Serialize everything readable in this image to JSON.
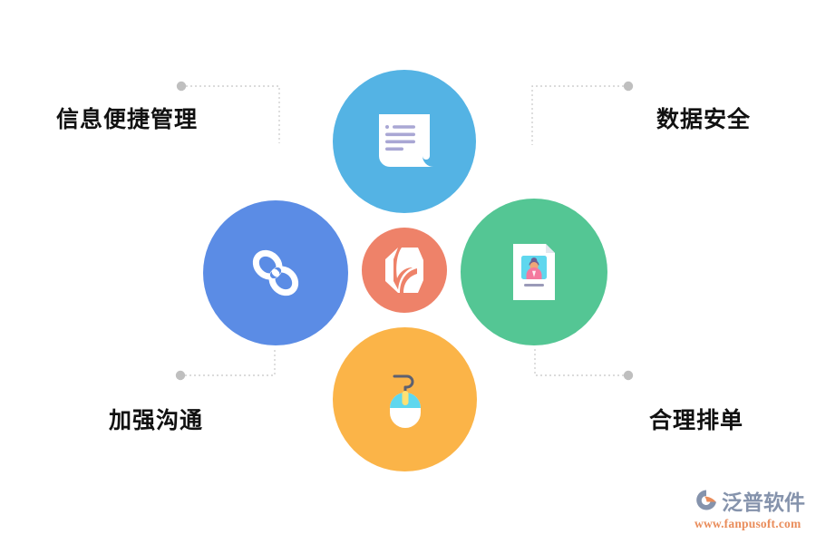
{
  "diagram": {
    "title": "Feature Highlights Diagram",
    "background_color": "#ffffff",
    "connector_color": "#c7c7c7",
    "labels": [
      {
        "id": "info-management",
        "text": "信息便捷管理",
        "position": "top-left"
      },
      {
        "id": "data-security",
        "text": "数据安全",
        "position": "top-right"
      },
      {
        "id": "strengthen-comm",
        "text": "加强沟通",
        "position": "bottom-left"
      },
      {
        "id": "reasonable-order",
        "text": "合理排单",
        "position": "bottom-right"
      }
    ],
    "nodes": [
      {
        "id": "top",
        "icon": "scroll-document-icon",
        "color": "#54b3e4",
        "position": "top",
        "size": 158
      },
      {
        "id": "left",
        "icon": "chain-link-icon",
        "color": "#5b8ce5",
        "position": "left",
        "size": 160
      },
      {
        "id": "right",
        "icon": "id-card-icon",
        "color": "#54c694",
        "position": "right",
        "size": 162
      },
      {
        "id": "bottom",
        "icon": "computer-mouse-icon",
        "color": "#fbb448",
        "position": "bottom",
        "size": 159
      },
      {
        "id": "center",
        "icon": "hexagon-leaf-logo-icon",
        "color": "#ee8269",
        "position": "center",
        "size": 94
      }
    ],
    "connectors": [
      {
        "id": "connector-top-left",
        "dot": [
          200,
          95
        ],
        "color": "#bdbdbd"
      },
      {
        "id": "connector-top-right",
        "dot": [
          693,
          95
        ],
        "color": "#bdbdbd"
      },
      {
        "id": "connector-bottom-left",
        "dot": [
          199,
          414
        ],
        "color": "#bdbdbd"
      },
      {
        "id": "connector-bottom-right",
        "dot": [
          693,
          414
        ],
        "color": "#bdbdbd"
      }
    ]
  },
  "watermark": {
    "brand": "泛普软件",
    "url": "www.fanpusoft.com",
    "brand_color": "#7b8aa5",
    "url_color": "#e8834d",
    "mark_color": "#e8834d"
  }
}
